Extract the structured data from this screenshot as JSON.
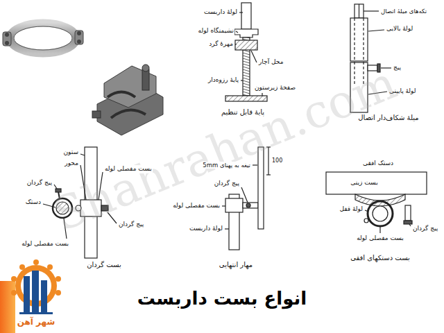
{
  "diagram": {
    "title": "انواع بست داربست",
    "labels": [
      "لولهٔ داربست",
      "نشیمنگاه لوله",
      "مهرهٔ گرد",
      "محل آچار",
      "پایهٔ رزوه‌دار",
      "صفحهٔ زیرستون",
      "پایهٔ قابل تنظیم",
      "تکه‌های میلهٔ اتصال",
      "لولهٔ بالایی",
      "پیچ",
      "لولهٔ پایینی",
      "میلهٔ شکاف‌دار اتصال",
      "Shahrahan.com",
      "ستون",
      "محور",
      "بست مفصلی لوله",
      "پیچ گردان",
      "دستک",
      "پیچ گردان",
      "بست مفصلی لوله",
      "بست گردان",
      "تیغه به پهنای 5mm",
      "100",
      "پیچ گردان",
      "بست مفصلی لوله",
      "لولهٔ داربست",
      "مهار انتهایی",
      "دستک افقی",
      "بست زینی",
      "لولهٔ قفل",
      "پیچ گردان",
      "بست مفصلی لوله",
      "بست دستکهای افقی",
      "شهر آهن"
    ]
  }
}
